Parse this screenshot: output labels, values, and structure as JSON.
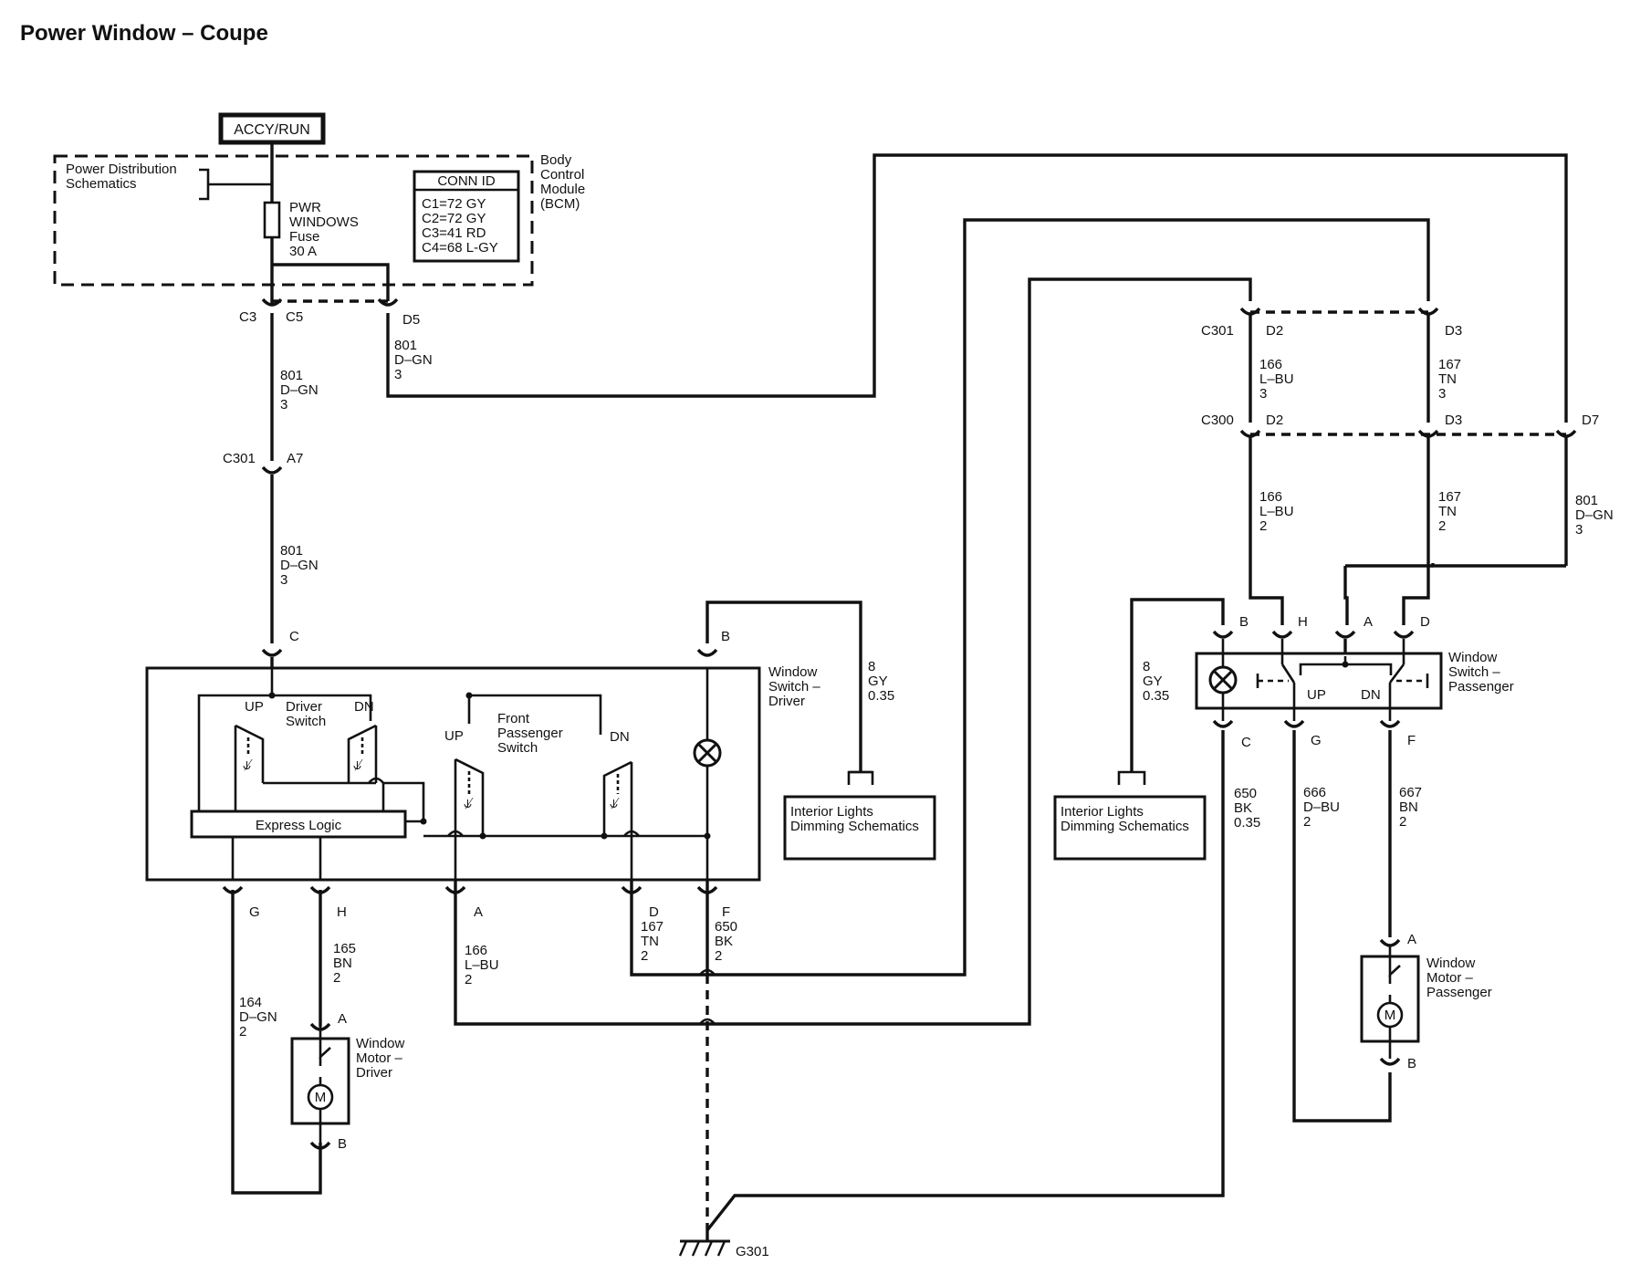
{
  "title": "Power Window – Coupe",
  "power": {
    "source": "ACCY/RUN",
    "power_distribution": [
      "Power Distribution",
      "Schematics"
    ],
    "fuse": [
      "PWR",
      "WINDOWS",
      "Fuse",
      "30 A"
    ],
    "bcm": [
      "Body",
      "Control",
      "Module",
      "(BCM)"
    ],
    "conn_id": {
      "title": "CONN ID",
      "rows": [
        "C1=72 GY",
        "C2=72 GY",
        "C3=41 RD",
        "C4=68 L-GY"
      ]
    }
  },
  "connectors": {
    "c3": "C3",
    "c5": "C5",
    "d5": "D5",
    "c301": "C301",
    "a7": "A7",
    "c301_b": "C301",
    "d2_top": "D2",
    "d3_top": "D3",
    "c300": "C300",
    "d2_mid": "D2",
    "d3_mid": "D3",
    "d7": "D7",
    "drv_c": "C",
    "drv_b": "B",
    "drv_g": "G",
    "drv_h": "H",
    "drv_a": "A",
    "drv_d": "D",
    "drv_f": "F",
    "psw_b": "B",
    "psw_h": "H",
    "psw_a": "A",
    "psw_d": "D",
    "psw_c": "C",
    "psw_g": "G",
    "psw_f": "F",
    "dm_a": "A",
    "dm_b": "B",
    "pm_a": "A",
    "pm_b": "B",
    "ground": "G301"
  },
  "wires": {
    "w801_c5": [
      "801",
      "D–GN",
      "3"
    ],
    "w801_d5": [
      "801",
      "D–GN",
      "3"
    ],
    "w801_a7": [
      "801",
      "D–GN",
      "3"
    ],
    "w166_top": [
      "166",
      "L–BU",
      "3"
    ],
    "w167_top": [
      "167",
      "TN",
      "3"
    ],
    "w166_mid": [
      "166",
      "L–BU",
      "2"
    ],
    "w167_mid": [
      "167",
      "TN",
      "2"
    ],
    "w801_d7": [
      "801",
      "D–GN",
      "3"
    ],
    "w8_drv": [
      "8",
      "GY",
      "0.35"
    ],
    "w8_psw": [
      "8",
      "GY",
      "0.35"
    ],
    "w165": [
      "165",
      "BN",
      "2"
    ],
    "w164": [
      "164",
      "D–GN",
      "2"
    ],
    "w166_a": [
      "166",
      "L–BU",
      "2"
    ],
    "w167_d": [
      "167",
      "TN",
      "2"
    ],
    "w650_f": [
      "650",
      "BK",
      "2"
    ],
    "w650_c": [
      "650",
      "BK",
      "0.35"
    ],
    "w666": [
      "666",
      "D–BU",
      "2"
    ],
    "w667": [
      "667",
      "BN",
      "2"
    ]
  },
  "driver_switch": {
    "name": [
      "Window",
      "Switch –",
      "Driver"
    ],
    "driver_switch": [
      "Driver",
      "Switch"
    ],
    "front_passenger_switch": [
      "Front",
      "Passenger",
      "Switch"
    ],
    "up": "UP",
    "dn": "DN",
    "up2": "UP",
    "dn2": "DN",
    "express_logic": "Express Logic"
  },
  "passenger_switch": {
    "name": [
      "Window",
      "Switch –",
      "Passenger"
    ],
    "up": "UP",
    "dn": "DN"
  },
  "dimming": {
    "driver": [
      "Interior Lights",
      "Dimming Schematics"
    ],
    "passenger": [
      "Interior Lights",
      "Dimming Schematics"
    ]
  },
  "motors": {
    "driver": [
      "Window",
      "Motor –",
      "Driver"
    ],
    "passenger": [
      "Window",
      "Motor –",
      "Passenger"
    ],
    "symbol": "M"
  }
}
